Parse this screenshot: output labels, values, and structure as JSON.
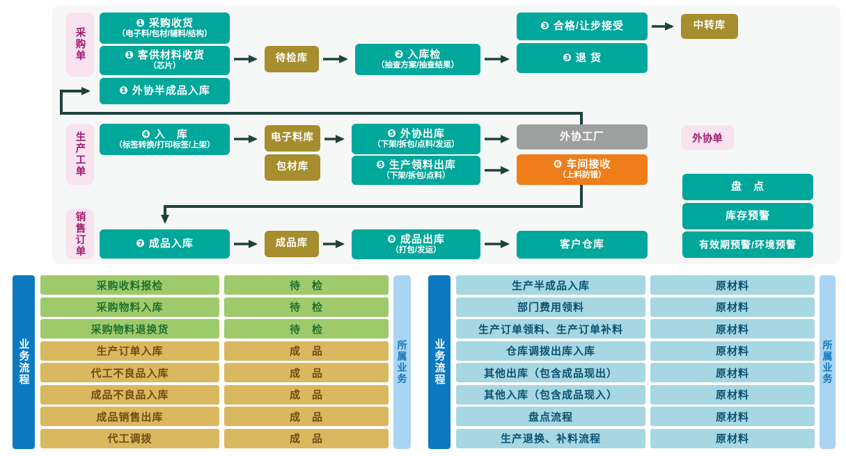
{
  "panel": {
    "lanes": {
      "purchase": "采购单",
      "production": "生产工单",
      "sales": "销售订单",
      "outsource": "外协单"
    },
    "boxes": {
      "purchase_receive": {
        "title": "❶ 采购收货",
        "sub": "（电子料/包材/辅料/结构）"
      },
      "customer_material_receive": {
        "title": "❶ 客供材料收货",
        "sub": "（芯片）"
      },
      "outsource_semi_in": {
        "title": "❶ 外协半成品入库"
      },
      "pending_inspect_store": {
        "title": "待检库"
      },
      "inbound_inspect": {
        "title": "❷ 入库检",
        "sub": "（抽查方案/抽查结果）"
      },
      "qualified_accept": {
        "title": "❸ 合格/让步接受"
      },
      "return_goods": {
        "title": "❸ 退 货"
      },
      "transfer_store": {
        "title": "中转库"
      },
      "warehouse_in": {
        "title": "❹ 入　库",
        "sub": "（标签转换/打印标签/上架）"
      },
      "electronic_store": {
        "title": "电子料库"
      },
      "packaging_store": {
        "title": "包材库"
      },
      "outsource_out": {
        "title": "❺ 外协出库",
        "sub": "（下架/拆包/点料/发运）"
      },
      "production_pick_out": {
        "title": "❺ 生产领料出库",
        "sub": "（下架/拆包/点料）"
      },
      "outsource_factory": {
        "title": "外协工厂"
      },
      "workshop_receive": {
        "title": "❻ 车间接收",
        "sub": "（上料防错）"
      },
      "stocktake": {
        "title": "盘　点"
      },
      "stock_warning": {
        "title": "库存预警"
      },
      "expiry_warning": {
        "title": "有效期预警/环境预警"
      },
      "fg_in": {
        "title": "❼ 成品入库"
      },
      "fg_store": {
        "title": "成品库"
      },
      "fg_out": {
        "title": "❽ 成品出库",
        "sub": "（打包/发运）"
      },
      "customer_warehouse": {
        "title": "客户仓库"
      }
    }
  },
  "left_table": {
    "side_label": "业务流程",
    "belong_label": "所属业务",
    "rows": [
      {
        "name": "采购收料报检",
        "category": "待　检",
        "type": "green"
      },
      {
        "name": "采购物料入库",
        "category": "待　检",
        "type": "green"
      },
      {
        "name": "采购物料退换货",
        "category": "待　检",
        "type": "green"
      },
      {
        "name": "生产订单入库",
        "category": "成　品",
        "type": "tan"
      },
      {
        "name": "代工不良品入库",
        "category": "成　品",
        "type": "tan"
      },
      {
        "name": "成品不良品入库",
        "category": "成　品",
        "type": "tan"
      },
      {
        "name": "成品销售出库",
        "category": "成　品",
        "type": "tan"
      },
      {
        "name": "代工调拨",
        "category": "成　品",
        "type": "tan"
      }
    ]
  },
  "right_table": {
    "side_label": "业务流程",
    "belong_label": "所属业务",
    "rows": [
      {
        "name": "生产半成品入库",
        "category": "原材料",
        "type": "cyan"
      },
      {
        "name": "部门费用领料",
        "category": "原材料",
        "type": "cyan"
      },
      {
        "name": "生产订单领料、生产订单补料",
        "category": "原材料",
        "type": "cyan"
      },
      {
        "name": "仓库调拨出库入库",
        "category": "原材料",
        "type": "cyan"
      },
      {
        "name": "其他出库（包含成品现出）",
        "category": "原材料",
        "type": "cyan"
      },
      {
        "name": "其他入库（包含成品现入）",
        "category": "原材料",
        "type": "cyan"
      },
      {
        "name": "盘点流程",
        "category": "原材料",
        "type": "cyan"
      },
      {
        "name": "生产退换、补料流程",
        "category": "原材料",
        "type": "cyan"
      }
    ]
  },
  "colors": {
    "teal": "#00a79b",
    "gold": "#a68d2e",
    "orange": "#ef7d1a",
    "gray": "#9e9f9f",
    "lane_bg": "#f8e3ef",
    "lane_text": "#a21b6e",
    "arrow": "#1c423c",
    "blue_bar": "#0d79c1",
    "light_blue_bar": "#a9d4f2",
    "green_row": "#9fca6c",
    "green_text": "#20712c",
    "tan_row": "#dab85f",
    "tan_text": "#6f4c12",
    "cyan_row": "#a6d7e2",
    "cyan_text": "#0b5170"
  }
}
